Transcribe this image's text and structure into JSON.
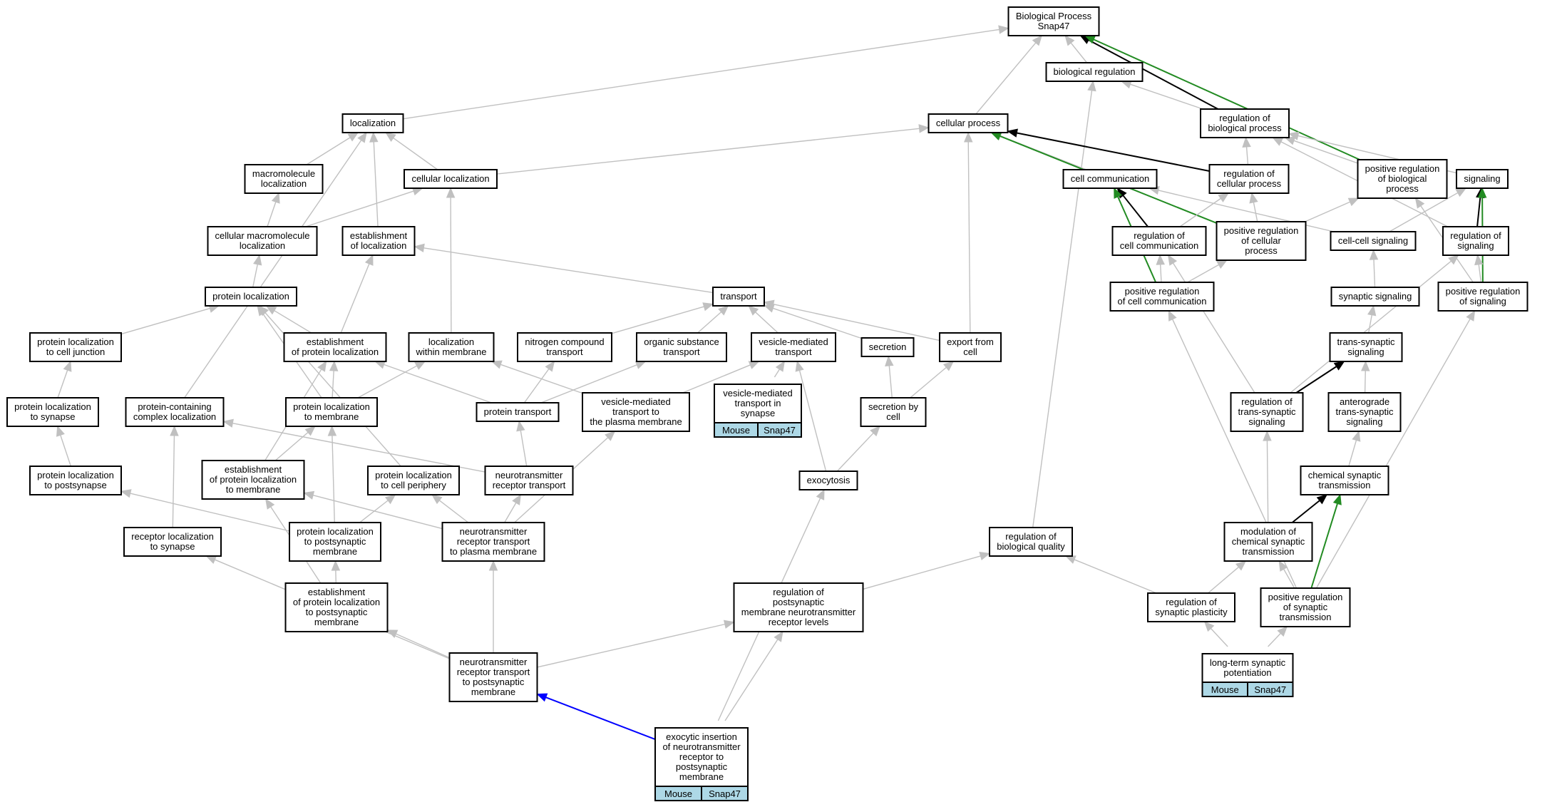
{
  "nodes": {
    "bp": {
      "lines": [
        "Biological Process",
        "Snap47"
      ]
    },
    "bioreg": {
      "lines": [
        "biological regulation"
      ]
    },
    "loc": {
      "lines": [
        "localization"
      ]
    },
    "cellproc": {
      "lines": [
        "cellular process"
      ]
    },
    "regbp": {
      "lines": [
        "regulation of",
        "biological process"
      ]
    },
    "macroloc": {
      "lines": [
        "macromolecule",
        "localization"
      ]
    },
    "cellloc": {
      "lines": [
        "cellular localization"
      ]
    },
    "cellcomm": {
      "lines": [
        "cell communication"
      ]
    },
    "regcp": {
      "lines": [
        "regulation of",
        "cellular process"
      ]
    },
    "posregbp": {
      "lines": [
        "positive regulation",
        "of biological",
        "process"
      ]
    },
    "signaling": {
      "lines": [
        "signaling"
      ]
    },
    "cellmacroloc": {
      "lines": [
        "cellular macromolecule",
        "localization"
      ]
    },
    "estloc": {
      "lines": [
        "establishment",
        "of localization"
      ]
    },
    "regcc": {
      "lines": [
        "regulation of",
        "cell communication"
      ]
    },
    "posregcp": {
      "lines": [
        "positive regulation",
        "of cellular",
        "process"
      ]
    },
    "ccsig": {
      "lines": [
        "cell-cell signaling"
      ]
    },
    "regsig": {
      "lines": [
        "regulation of",
        "signaling"
      ]
    },
    "protloc": {
      "lines": [
        "protein localization"
      ]
    },
    "transport": {
      "lines": [
        "transport"
      ]
    },
    "posregcc": {
      "lines": [
        "positive regulation",
        "of cell communication"
      ]
    },
    "synsig": {
      "lines": [
        "synaptic signaling"
      ]
    },
    "posregsig": {
      "lines": [
        "positive regulation",
        "of signaling"
      ]
    },
    "plcj": {
      "lines": [
        "protein localization",
        "to cell junction"
      ]
    },
    "estprotloc": {
      "lines": [
        "establishment",
        "of protein localization"
      ]
    },
    "locmem": {
      "lines": [
        "localization",
        "within membrane"
      ]
    },
    "nctrans": {
      "lines": [
        "nitrogen compound",
        "transport"
      ]
    },
    "ostrans": {
      "lines": [
        "organic substance",
        "transport"
      ]
    },
    "vmt": {
      "lines": [
        "vesicle-mediated",
        "transport"
      ]
    },
    "secretion": {
      "lines": [
        "secretion"
      ]
    },
    "export": {
      "lines": [
        "export from",
        "cell"
      ]
    },
    "transsyn": {
      "lines": [
        "trans-synaptic",
        "signaling"
      ]
    },
    "plsyn": {
      "lines": [
        "protein localization",
        "to synapse"
      ]
    },
    "pccl": {
      "lines": [
        "protein-containing",
        "complex localization"
      ]
    },
    "plmem": {
      "lines": [
        "protein localization",
        "to membrane"
      ]
    },
    "prottrans": {
      "lines": [
        "protein transport"
      ]
    },
    "vmtpm": {
      "lines": [
        "vesicle-mediated",
        "transport to",
        "the plasma membrane"
      ]
    },
    "vmtsyn": {
      "lines": [
        "vesicle-mediated",
        "transport in",
        "synapse"
      ],
      "ann": [
        "Mouse",
        "Snap47"
      ]
    },
    "secbycell": {
      "lines": [
        "secretion by",
        "cell"
      ]
    },
    "regtss": {
      "lines": [
        "regulation of",
        "trans-synaptic",
        "signaling"
      ]
    },
    "antero": {
      "lines": [
        "anterograde",
        "trans-synaptic",
        "signaling"
      ]
    },
    "plps": {
      "lines": [
        "protein localization",
        "to postsynapse"
      ]
    },
    "estplmem": {
      "lines": [
        "establishment",
        "of protein localization",
        "to membrane"
      ]
    },
    "plcp": {
      "lines": [
        "protein localization",
        "to cell periphery"
      ]
    },
    "ntrt": {
      "lines": [
        "neurotransmitter",
        "receptor transport"
      ]
    },
    "exocytosis": {
      "lines": [
        "exocytosis"
      ]
    },
    "chemsyn": {
      "lines": [
        "chemical synaptic",
        "transmission"
      ]
    },
    "rlsyn": {
      "lines": [
        "receptor localization",
        "to synapse"
      ]
    },
    "plpsm": {
      "lines": [
        "protein localization",
        "to postsynaptic",
        "membrane"
      ]
    },
    "ntrtpm": {
      "lines": [
        "neurotransmitter",
        "receptor transport",
        "to plasma membrane"
      ]
    },
    "regbq": {
      "lines": [
        "regulation of",
        "biological quality"
      ]
    },
    "modchem": {
      "lines": [
        "modulation of",
        "chemical synaptic",
        "transmission"
      ]
    },
    "estplpsm": {
      "lines": [
        "establishment",
        "of protein localization",
        "to postsynaptic",
        "membrane"
      ]
    },
    "regpmnrl": {
      "lines": [
        "regulation of",
        "postsynaptic",
        "membrane neurotransmitter",
        "receptor levels"
      ]
    },
    "regsp": {
      "lines": [
        "regulation of",
        "synaptic plasticity"
      ]
    },
    "posregst": {
      "lines": [
        "positive regulation",
        "of synaptic",
        "transmission"
      ]
    },
    "ntrtpsm": {
      "lines": [
        "neurotransmitter",
        "receptor transport",
        "to postsynaptic",
        "membrane"
      ]
    },
    "ltp": {
      "lines": [
        "long-term synaptic",
        "potentiation"
      ],
      "ann": [
        "Mouse",
        "Snap47"
      ]
    },
    "exins": {
      "lines": [
        "exocytic insertion",
        "of neurotransmitter",
        "receptor to",
        "postsynaptic",
        "membrane"
      ],
      "ann": [
        "Mouse",
        "Snap47"
      ]
    }
  },
  "edges": [
    [
      "bioreg",
      "bp",
      "gray"
    ],
    [
      "loc",
      "bp",
      "gray"
    ],
    [
      "cellproc",
      "bp",
      "gray"
    ],
    [
      "regbp",
      "bp",
      "black"
    ],
    [
      "posregbp",
      "bp",
      "green"
    ],
    [
      "regbp",
      "bioreg",
      "gray"
    ],
    [
      "regbq",
      "bioreg",
      "gray"
    ],
    [
      "macroloc",
      "loc",
      "gray"
    ],
    [
      "cellloc",
      "loc",
      "gray"
    ],
    [
      "estloc",
      "loc",
      "gray"
    ],
    [
      "pccl",
      "loc",
      "gray"
    ],
    [
      "cellloc",
      "cellproc",
      "gray"
    ],
    [
      "cellcomm",
      "cellproc",
      "gray"
    ],
    [
      "regcp",
      "cellproc",
      "black"
    ],
    [
      "posregcp",
      "cellproc",
      "green"
    ],
    [
      "export",
      "cellproc",
      "gray"
    ],
    [
      "regcp",
      "regbp",
      "gray"
    ],
    [
      "posregbp",
      "regbp",
      "gray"
    ],
    [
      "signaling",
      "regbp",
      "gray"
    ],
    [
      "regsig",
      "regbp",
      "gray"
    ],
    [
      "cellmacroloc",
      "macroloc",
      "gray"
    ],
    [
      "cellmacroloc",
      "cellloc",
      "gray"
    ],
    [
      "locmem",
      "cellloc",
      "gray"
    ],
    [
      "regcc",
      "cellcomm",
      "black"
    ],
    [
      "posregcc",
      "cellcomm",
      "green"
    ],
    [
      "ccsig",
      "cellcomm",
      "gray"
    ],
    [
      "regcc",
      "regcp",
      "gray"
    ],
    [
      "posregcp",
      "regcp",
      "gray"
    ],
    [
      "posregcp",
      "posregbp",
      "gray"
    ],
    [
      "posregsig",
      "posregbp",
      "gray"
    ],
    [
      "ccsig",
      "signaling",
      "gray"
    ],
    [
      "regsig",
      "signaling",
      "black"
    ],
    [
      "posregsig",
      "signaling",
      "green"
    ],
    [
      "protloc",
      "cellmacroloc",
      "gray"
    ],
    [
      "transport",
      "estloc",
      "gray"
    ],
    [
      "estprotloc",
      "estloc",
      "gray"
    ],
    [
      "posregcc",
      "regcc",
      "gray"
    ],
    [
      "regtss",
      "regcc",
      "gray"
    ],
    [
      "posregcc",
      "posregcp",
      "gray"
    ],
    [
      "synsig",
      "ccsig",
      "gray"
    ],
    [
      "posregsig",
      "regsig",
      "gray"
    ],
    [
      "regtss",
      "regsig",
      "gray"
    ],
    [
      "plcj",
      "protloc",
      "gray"
    ],
    [
      "estprotloc",
      "protloc",
      "gray"
    ],
    [
      "plmem",
      "protloc",
      "gray"
    ],
    [
      "plcp",
      "protloc",
      "gray"
    ],
    [
      "nctrans",
      "transport",
      "gray"
    ],
    [
      "ostrans",
      "transport",
      "gray"
    ],
    [
      "vmt",
      "transport",
      "gray"
    ],
    [
      "secretion",
      "transport",
      "gray"
    ],
    [
      "export",
      "transport",
      "gray"
    ],
    [
      "posregst",
      "posregcc",
      "gray"
    ],
    [
      "transsyn",
      "synsig",
      "gray"
    ],
    [
      "posregst",
      "posregsig",
      "gray"
    ],
    [
      "plsyn",
      "plcj",
      "gray"
    ],
    [
      "plmem",
      "estprotloc",
      "gray"
    ],
    [
      "estplmem",
      "estprotloc",
      "gray"
    ],
    [
      "prottrans",
      "estprotloc",
      "gray"
    ],
    [
      "plmem",
      "locmem",
      "gray"
    ],
    [
      "vmtpm",
      "locmem",
      "gray"
    ],
    [
      "prottrans",
      "nctrans",
      "gray"
    ],
    [
      "prottrans",
      "ostrans",
      "gray"
    ],
    [
      "vmtpm",
      "vmt",
      "gray"
    ],
    [
      "vmtsyn",
      "vmt",
      "gray"
    ],
    [
      "exocytosis",
      "vmt",
      "gray"
    ],
    [
      "secbycell",
      "secretion",
      "gray"
    ],
    [
      "secbycell",
      "export",
      "gray"
    ],
    [
      "regtss",
      "transsyn",
      "black"
    ],
    [
      "antero",
      "transsyn",
      "gray"
    ],
    [
      "plps",
      "plsyn",
      "gray"
    ],
    [
      "ntrt",
      "pccl",
      "gray"
    ],
    [
      "rlsyn",
      "pccl",
      "gray"
    ],
    [
      "estplmem",
      "plmem",
      "gray"
    ],
    [
      "plpsm",
      "plmem",
      "gray"
    ],
    [
      "ntrt",
      "prottrans",
      "gray"
    ],
    [
      "ntrtpm",
      "vmtpm",
      "gray"
    ],
    [
      "exocytosis",
      "secbycell",
      "gray"
    ],
    [
      "modchem",
      "regtss",
      "gray"
    ],
    [
      "chemsyn",
      "antero",
      "gray"
    ],
    [
      "plpsm",
      "plps",
      "gray"
    ],
    [
      "estplpsm",
      "estplmem",
      "gray"
    ],
    [
      "ntrtpm",
      "estplmem",
      "gray"
    ],
    [
      "plpsm",
      "plcp",
      "gray"
    ],
    [
      "ntrtpm",
      "plcp",
      "gray"
    ],
    [
      "ntrtpm",
      "ntrt",
      "gray"
    ],
    [
      "exins",
      "exocytosis",
      "gray"
    ],
    [
      "modchem",
      "chemsyn",
      "black"
    ],
    [
      "posregst",
      "chemsyn",
      "green"
    ],
    [
      "ntrtpsm",
      "rlsyn",
      "gray"
    ],
    [
      "estplpsm",
      "plpsm",
      "gray"
    ],
    [
      "ntrtpsm",
      "ntrtpm",
      "gray"
    ],
    [
      "regpmnrl",
      "regbq",
      "gray"
    ],
    [
      "regsp",
      "regbq",
      "gray"
    ],
    [
      "regsp",
      "modchem",
      "gray"
    ],
    [
      "posregst",
      "modchem",
      "gray"
    ],
    [
      "ntrtpsm",
      "estplpsm",
      "gray"
    ],
    [
      "ntrtpsm",
      "regpmnrl",
      "gray"
    ],
    [
      "exins",
      "regpmnrl",
      "gray"
    ],
    [
      "ltp",
      "regsp",
      "gray"
    ],
    [
      "ltp",
      "posregst",
      "gray"
    ],
    [
      "exins",
      "ntrtpsm",
      "blue"
    ]
  ],
  "colors": {
    "gray": "#c0c0c0",
    "black": "#000000",
    "green": "#228b22",
    "blue": "#0000ff",
    "annotation": "#add8e6"
  }
}
